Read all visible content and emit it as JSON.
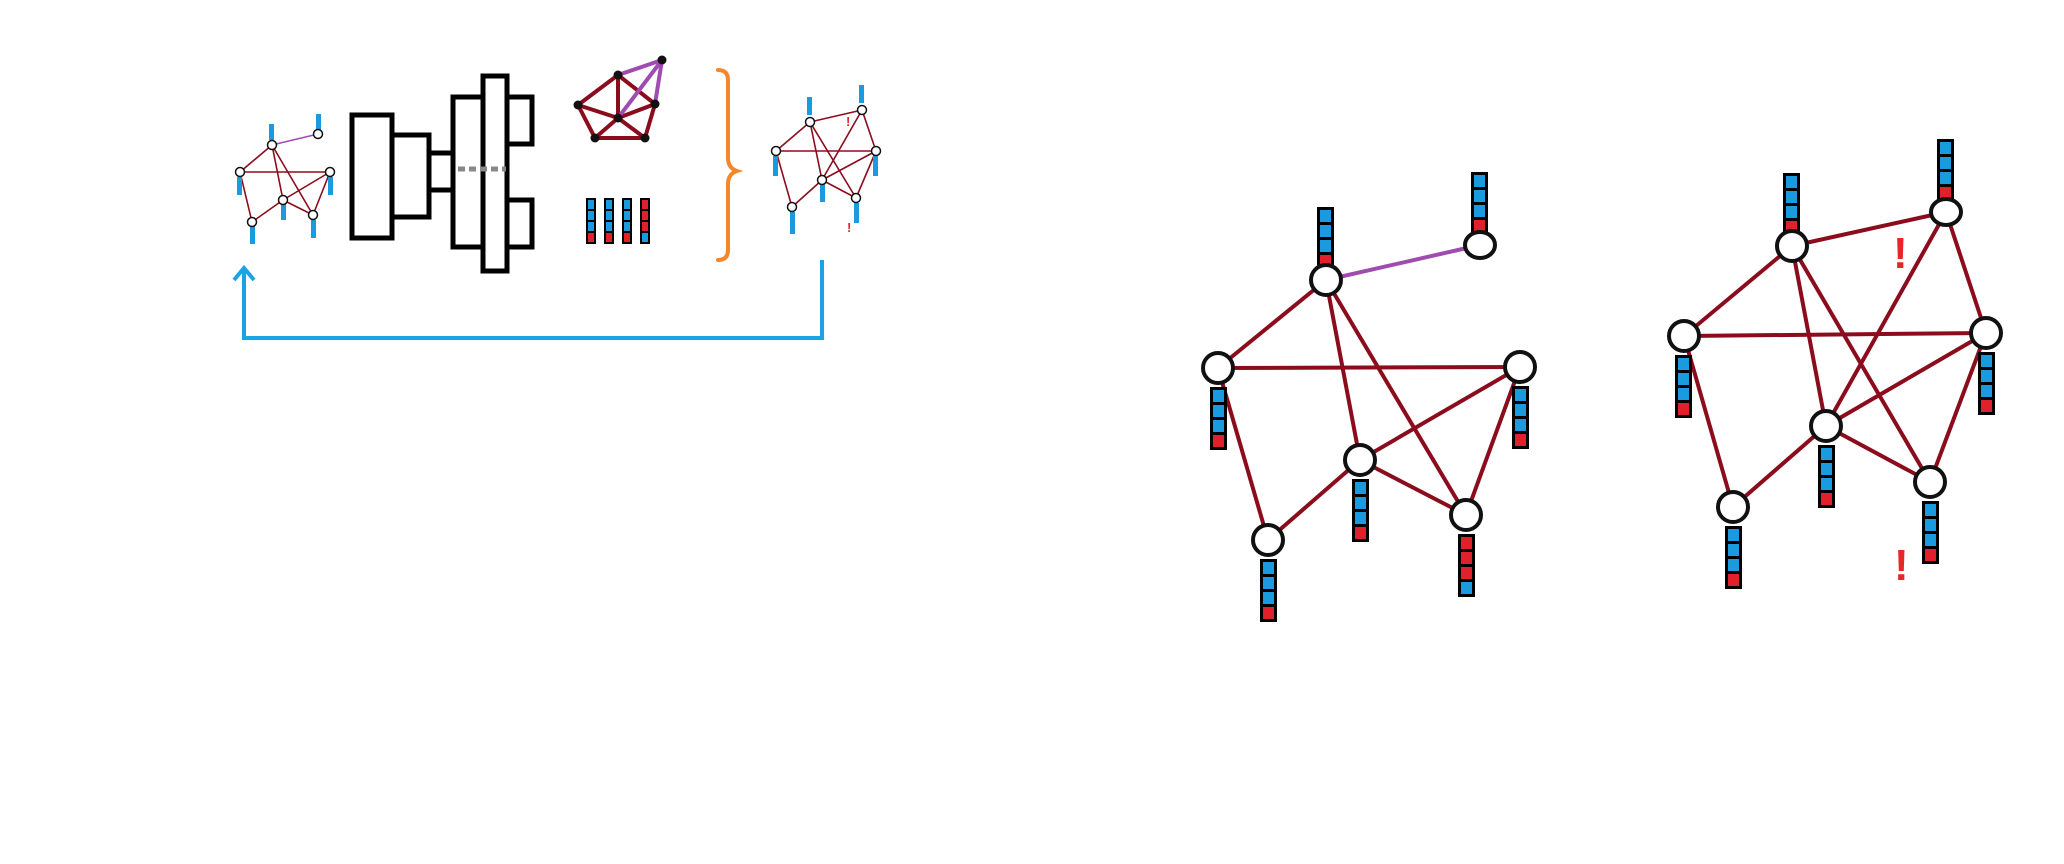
{
  "colors": {
    "edge": "#8b0d1d",
    "new_edge": "#a04bb0",
    "feature_blue": "#1a9be0",
    "feature_red": "#e0202a",
    "feedback_arrow": "#1aa3e6",
    "brace": "#f5862a",
    "node_stroke": "#111111"
  },
  "alert_glyph": "!",
  "graph_input": {
    "nodes": [
      {
        "id": "n1",
        "bar": [
          "b",
          "b",
          "b",
          "r"
        ]
      },
      {
        "id": "n2",
        "bar": [
          "b",
          "b",
          "b",
          "r"
        ]
      },
      {
        "id": "n3",
        "bar": [
          "b",
          "b",
          "b",
          "r"
        ]
      },
      {
        "id": "n4",
        "bar": [
          "b",
          "b",
          "b",
          "r"
        ]
      },
      {
        "id": "n5",
        "bar": [
          "b",
          "b",
          "b",
          "r"
        ]
      },
      {
        "id": "n6",
        "bar": [
          "r",
          "r",
          "r",
          "b"
        ]
      },
      {
        "id": "n7",
        "bar": [
          "b",
          "b",
          "b",
          "r"
        ]
      }
    ]
  },
  "graph_output": {
    "nodes": [
      {
        "id": "m1",
        "bar": [
          "b",
          "b",
          "b",
          "r"
        ]
      },
      {
        "id": "m2",
        "bar": [
          "b",
          "b",
          "b",
          "r"
        ]
      },
      {
        "id": "m3",
        "bar": [
          "b",
          "b",
          "b",
          "r"
        ]
      },
      {
        "id": "m4",
        "bar": [
          "b",
          "b",
          "b",
          "r"
        ]
      },
      {
        "id": "m5",
        "bar": [
          "b",
          "b",
          "b",
          "r"
        ]
      },
      {
        "id": "m6",
        "bar": [
          "b",
          "b",
          "b",
          "r"
        ]
      },
      {
        "id": "m7",
        "bar": [
          "b",
          "b",
          "b",
          "r"
        ]
      }
    ]
  }
}
